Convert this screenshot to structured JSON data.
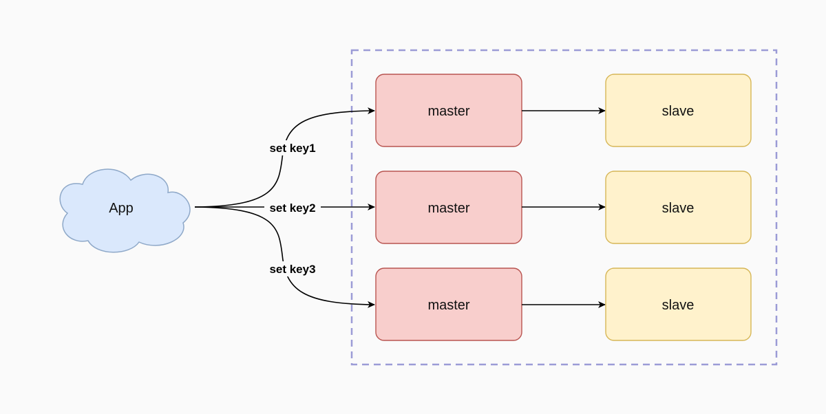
{
  "diagram": {
    "app": {
      "label": "App",
      "fill": "#dae8fc",
      "stroke": "#8ea8c8"
    },
    "master_style": {
      "fill": "#f8cecc",
      "stroke": "#b85450"
    },
    "slave_style": {
      "fill": "#fff2cc",
      "stroke": "#d6b656"
    },
    "cluster_border_color": "#9b9bd6",
    "rows": [
      {
        "edge_label": "set key1",
        "master_label": "master",
        "slave_label": "slave"
      },
      {
        "edge_label": "set key2",
        "master_label": "master",
        "slave_label": "slave"
      },
      {
        "edge_label": "set key3",
        "master_label": "master",
        "slave_label": "slave"
      }
    ]
  }
}
